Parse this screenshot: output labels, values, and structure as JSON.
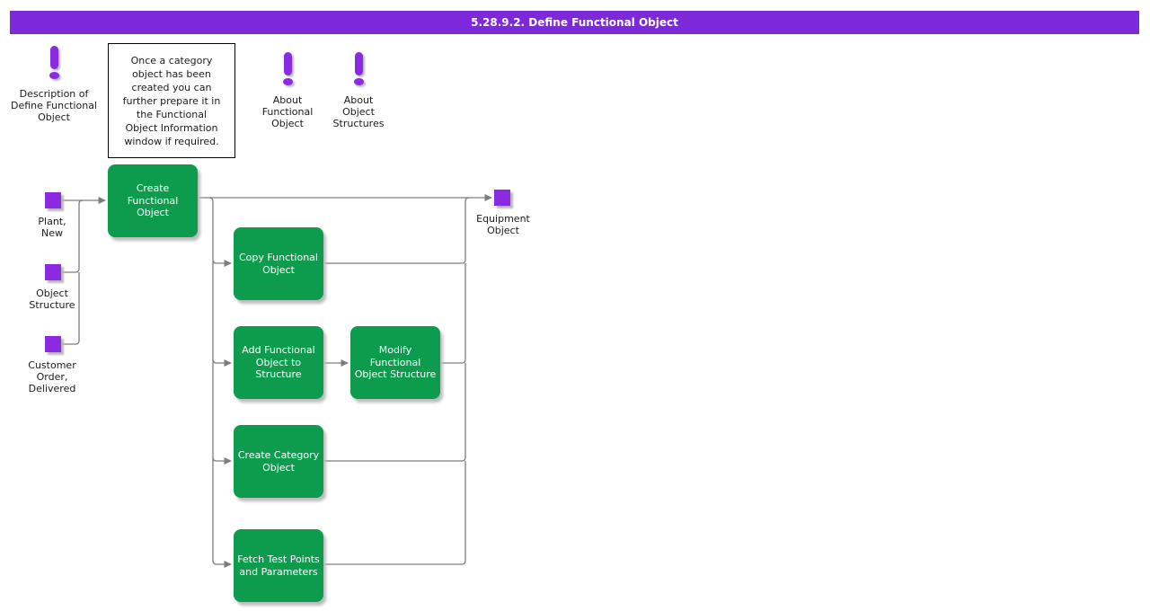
{
  "title_bar": {
    "text": "5.28.9.2. Define Functional Object"
  },
  "note": {
    "text": "Once a category\nobject has been\ncreated you can\nfurther prepare it in\nthe Functional\nObject Information\nwindow if required."
  },
  "info_links": [
    {
      "label": "Description of\nDefine Functional\nObject"
    },
    {
      "label": "About\nFunctional\nObject"
    },
    {
      "label": "About\nObject\nStructures"
    }
  ],
  "events": [
    {
      "label": "Plant,\nNew"
    },
    {
      "label": "Object\nStructure"
    },
    {
      "label": "Customer\nOrder,\nDelivered"
    },
    {
      "label": "Equipment\nObject"
    }
  ],
  "activities": [
    {
      "label": "Create\nFunctional\nObject"
    },
    {
      "label": "Copy Functional\nObject"
    },
    {
      "label": "Add Functional\nObject to\nStructure"
    },
    {
      "label": "Modify\nFunctional\nObject Structure"
    },
    {
      "label": "Create Category\nObject"
    },
    {
      "label": "Fetch Test Points\nand Parameters"
    }
  ],
  "colors": {
    "title_bar_purple": "#7d28d9",
    "event_purple": "#8a2be2",
    "activity_green": "#0d9c4e",
    "connector_gray": "#7d7d7d",
    "shadow_gray": "#b6b6b6",
    "note_border": "#000000"
  }
}
